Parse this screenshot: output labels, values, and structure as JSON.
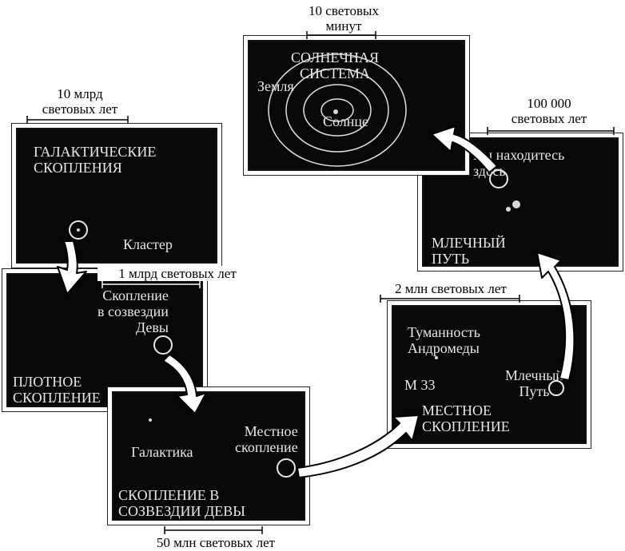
{
  "scale_labels": {
    "solar": "10 световых\nминут",
    "milky": "100 000\nсветовых лет",
    "galactic": "10 млрд\nсветовых лет",
    "dense": "1 млрд световых лет",
    "local": "2 млн световых лет",
    "virgo": "50 млн световых лет"
  },
  "panels": {
    "solar": {
      "title": "СОЛНЕЧНАЯ\nСИСТЕМА",
      "earth": "Земля",
      "sun": "Солнце"
    },
    "milky": {
      "here": "Вы находитесь\nздесь",
      "title": "МЛЕЧНЫЙ\nПУТЬ"
    },
    "galactic": {
      "title": "ГАЛАКТИЧЕСКИЕ\nСКОПЛЕНИЯ",
      "cluster": "Кластер"
    },
    "dense": {
      "virgo": "Скопление\nв созвездии\nДевы",
      "title": "ПЛОТНОЕ\nСКОПЛЕНИЕ"
    },
    "local": {
      "andromeda": "Туманность\nАндромеды",
      "m33": "М 33",
      "milky": "Млечный\nПуть",
      "title": "МЕСТНОЕ\nСКОПЛЕНИЕ"
    },
    "virgo": {
      "galaxy": "Галактика",
      "local": "Местное\nскопление",
      "title": "СКОПЛЕНИЕ В\nСОЗВЕЗДИИ ДЕВЫ"
    }
  }
}
